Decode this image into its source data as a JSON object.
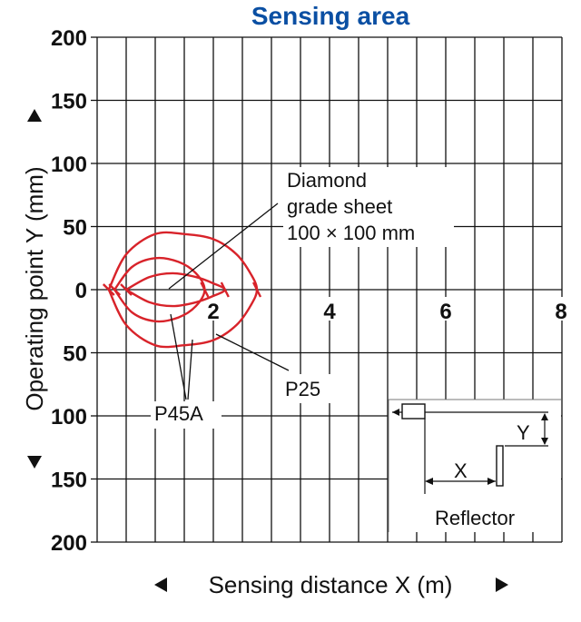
{
  "chart_data": {
    "type": "line",
    "title": "Sensing area",
    "xlabel": "Sensing distance X (m)",
    "ylabel": "Operating point Y (mm)",
    "xlim": [
      0,
      8
    ],
    "ylim": [
      -200,
      200
    ],
    "x_ticks": [
      "2",
      "4",
      "6",
      "8"
    ],
    "y_ticks": [
      "200",
      "150",
      "100",
      "50",
      "0",
      "50",
      "100",
      "150",
      "200"
    ],
    "grid": true,
    "series": [
      {
        "name": "P25",
        "x": [
          0.2,
          0.5,
          1.0,
          1.5,
          2.0,
          2.4,
          2.65,
          2.75,
          2.65,
          2.4,
          2.0,
          1.5,
          1.0,
          0.5,
          0.2
        ],
        "y": [
          0,
          28,
          44,
          44,
          40,
          28,
          12,
          0,
          -12,
          -28,
          -40,
          -44,
          -44,
          -28,
          0
        ]
      },
      {
        "name": "P45A",
        "x": [
          0.3,
          0.6,
          1.0,
          1.4,
          1.7,
          1.85,
          1.7,
          1.4,
          1.0,
          0.6,
          0.3
        ],
        "y": [
          0,
          18,
          25,
          22,
          13,
          0,
          -13,
          -22,
          -25,
          -18,
          0
        ]
      },
      {
        "name": "P45A",
        "x": [
          0.5,
          0.9,
          1.3,
          1.7,
          2.0,
          2.2,
          2.0,
          1.7,
          1.3,
          0.9,
          0.5
        ],
        "y": [
          0,
          10,
          13,
          10,
          5,
          0,
          -5,
          -10,
          -13,
          -10,
          0
        ]
      }
    ],
    "annotations": {
      "sheet": [
        "Diamond",
        "grade sheet",
        "100 × 100 mm"
      ],
      "p25": "P25",
      "p45a": "P45A"
    },
    "inset": {
      "x_label": "X",
      "y_label": "Y",
      "reflector": "Reflector"
    }
  }
}
